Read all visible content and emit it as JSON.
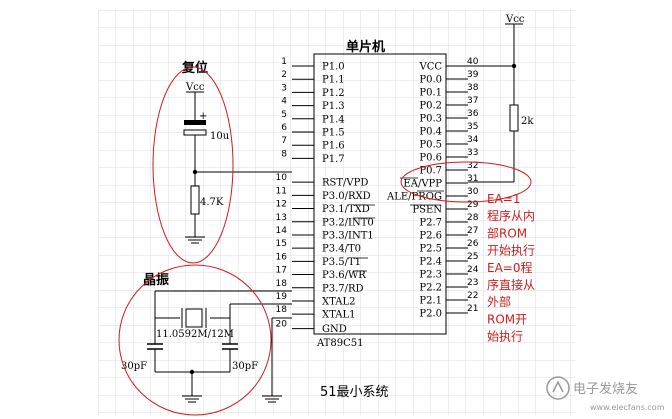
{
  "title": "单片机",
  "chip_model": "AT89C51",
  "left_pins": [
    {
      "num": "1",
      "label": "P1.0"
    },
    {
      "num": "2",
      "label": "P1.1"
    },
    {
      "num": "3",
      "label": "P1.2"
    },
    {
      "num": "4",
      "label": "P1.3"
    },
    {
      "num": "5",
      "label": "P1.4"
    },
    {
      "num": "6",
      "label": "P1.5"
    },
    {
      "num": "7",
      "label": "P1.6"
    },
    {
      "num": "8",
      "label": "P1.7"
    },
    {
      "num": "10",
      "label": "RST/VPD"
    },
    {
      "num": "11",
      "label": "P3.0/RXD"
    },
    {
      "num": "12",
      "label": "P3.1/TXD"
    },
    {
      "num": "13",
      "label": "P3.2/INT0"
    },
    {
      "num": "14",
      "label": "P3.3/INT1"
    },
    {
      "num": "15",
      "label": "P3.4/T0"
    },
    {
      "num": "16",
      "label": "P3.5/T1"
    },
    {
      "num": "17",
      "label": "P3.6/WR"
    },
    {
      "num": "18",
      "label": "P3.7/RD"
    },
    {
      "num": "19",
      "label": "XTAL2"
    },
    {
      "num": "18",
      "label": "XTAL1"
    },
    {
      "num": "20",
      "label": "GND"
    }
  ],
  "right_pins": [
    {
      "num": "40",
      "label": "VCC"
    },
    {
      "num": "39",
      "label": "P0.0"
    },
    {
      "num": "38",
      "label": "P0.1"
    },
    {
      "num": "37",
      "label": "P0.2"
    },
    {
      "num": "36",
      "label": "P0.3"
    },
    {
      "num": "35",
      "label": "P0.4"
    },
    {
      "num": "34",
      "label": "P0.5"
    },
    {
      "num": "33",
      "label": "P0.6"
    },
    {
      "num": "32",
      "label": "P0.7"
    },
    {
      "num": "31",
      "label": "EA/VPP"
    },
    {
      "num": "30",
      "label": "ALE/PROG"
    },
    {
      "num": "29",
      "label": "PSEN"
    },
    {
      "num": "28",
      "label": "P2.7"
    },
    {
      "num": "27",
      "label": "P2.6"
    },
    {
      "num": "26",
      "label": "P2.5"
    },
    {
      "num": "25",
      "label": "P2.4"
    },
    {
      "num": "24",
      "label": "P2.3"
    },
    {
      "num": "23",
      "label": "P2.2"
    },
    {
      "num": "22",
      "label": "P2.1"
    },
    {
      "num": "21",
      "label": "P2.0"
    }
  ],
  "reset": {
    "title": "复位",
    "vcc": "Vcc",
    "cap": "10u",
    "res": "4.7K"
  },
  "crystal": {
    "title": "晶振",
    "freq": "11.0592M/12M",
    "cap_left": "30pF",
    "cap_right": "30pF"
  },
  "ea": {
    "vcc": "Vcc",
    "res": "2k"
  },
  "note_lines": [
    "EA=1",
    "程序从内",
    "部ROM",
    "开始执行",
    "EA=0程",
    "序直接从",
    "外部",
    "ROM开",
    "始执行"
  ],
  "caption": "51最小系统",
  "watermark": "电子发烧友",
  "watermark_url": "www.elecfans.com",
  "colors": {
    "annotation_red": "#d21c1c",
    "grid": "#dcdcdc",
    "wire": "#000000"
  }
}
